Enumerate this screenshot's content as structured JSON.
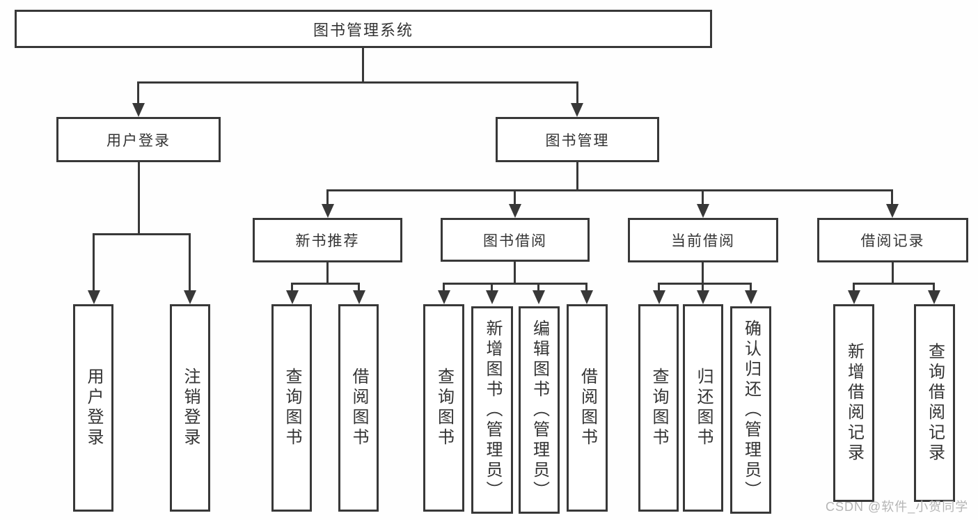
{
  "tree": {
    "label": "图书管理系统",
    "children": [
      {
        "label": "用户登录",
        "children": [
          {
            "label": "用户登录"
          },
          {
            "label": "注销登录"
          }
        ]
      },
      {
        "label": "图书管理",
        "children": [
          {
            "label": "新书推荐",
            "children": [
              {
                "label": "查询图书"
              },
              {
                "label": "借阅图书"
              }
            ]
          },
          {
            "label": "图书借阅",
            "children": [
              {
                "label": "查询图书"
              },
              {
                "label": "新增图书（管理员）"
              },
              {
                "label": "编辑图书（管理员）"
              },
              {
                "label": "借阅图书"
              }
            ]
          },
          {
            "label": "当前借阅",
            "children": [
              {
                "label": "查询图书"
              },
              {
                "label": "归还图书"
              },
              {
                "label": "确认归还（管理员）"
              }
            ]
          },
          {
            "label": "借阅记录",
            "children": [
              {
                "label": "新增借阅记录"
              },
              {
                "label": "查询借阅记录"
              }
            ]
          }
        ]
      }
    ]
  },
  "watermark": {
    "text": "CSDN @软件_小贺同学"
  },
  "colors": {
    "line": "#383838",
    "text": "#333333",
    "watermark": "#b5b5b5",
    "background": "#fefefe"
  }
}
